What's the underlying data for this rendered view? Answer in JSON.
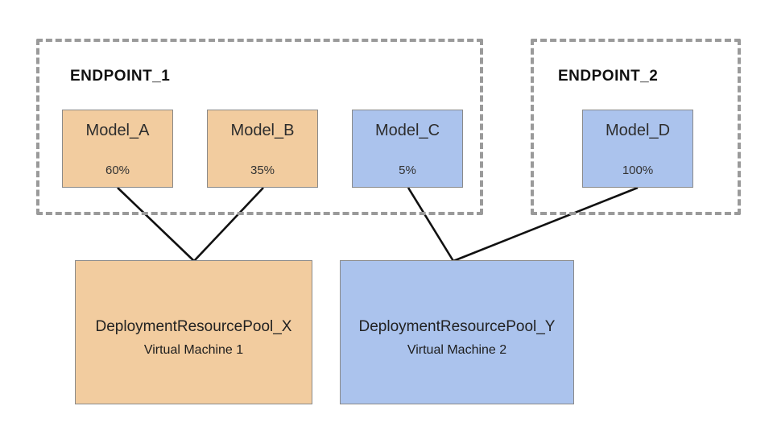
{
  "diagram": {
    "colors": {
      "model_orange_fill": "#f2cc9f",
      "model_blue_fill": "#abc3ed",
      "box_border": "#8a8a8a",
      "endpoint_dashed_border": "#9a9a9a",
      "connection_line": "#111111",
      "background": "#ffffff"
    },
    "endpoints": [
      {
        "label": "ENDPOINT_1",
        "models": [
          {
            "name": "Model_A",
            "traffic_split": "60%",
            "color": "orange"
          },
          {
            "name": "Model_B",
            "traffic_split": "35%",
            "color": "orange"
          },
          {
            "name": "Model_C",
            "traffic_split": "5%",
            "color": "blue"
          }
        ]
      },
      {
        "label": "ENDPOINT_2",
        "models": [
          {
            "name": "Model_D",
            "traffic_split": "100%",
            "color": "blue"
          }
        ]
      }
    ],
    "pools": [
      {
        "name": "DeploymentResourcePool_X",
        "machine": "Virtual Machine 1",
        "color": "orange"
      },
      {
        "name": "DeploymentResourcePool_Y",
        "machine": "Virtual Machine 2",
        "color": "blue"
      }
    ],
    "connections": [
      {
        "from": "Model_A",
        "to": "DeploymentResourcePool_X"
      },
      {
        "from": "Model_B",
        "to": "DeploymentResourcePool_X"
      },
      {
        "from": "Model_C",
        "to": "DeploymentResourcePool_Y"
      },
      {
        "from": "Model_D",
        "to": "DeploymentResourcePool_Y"
      }
    ]
  }
}
